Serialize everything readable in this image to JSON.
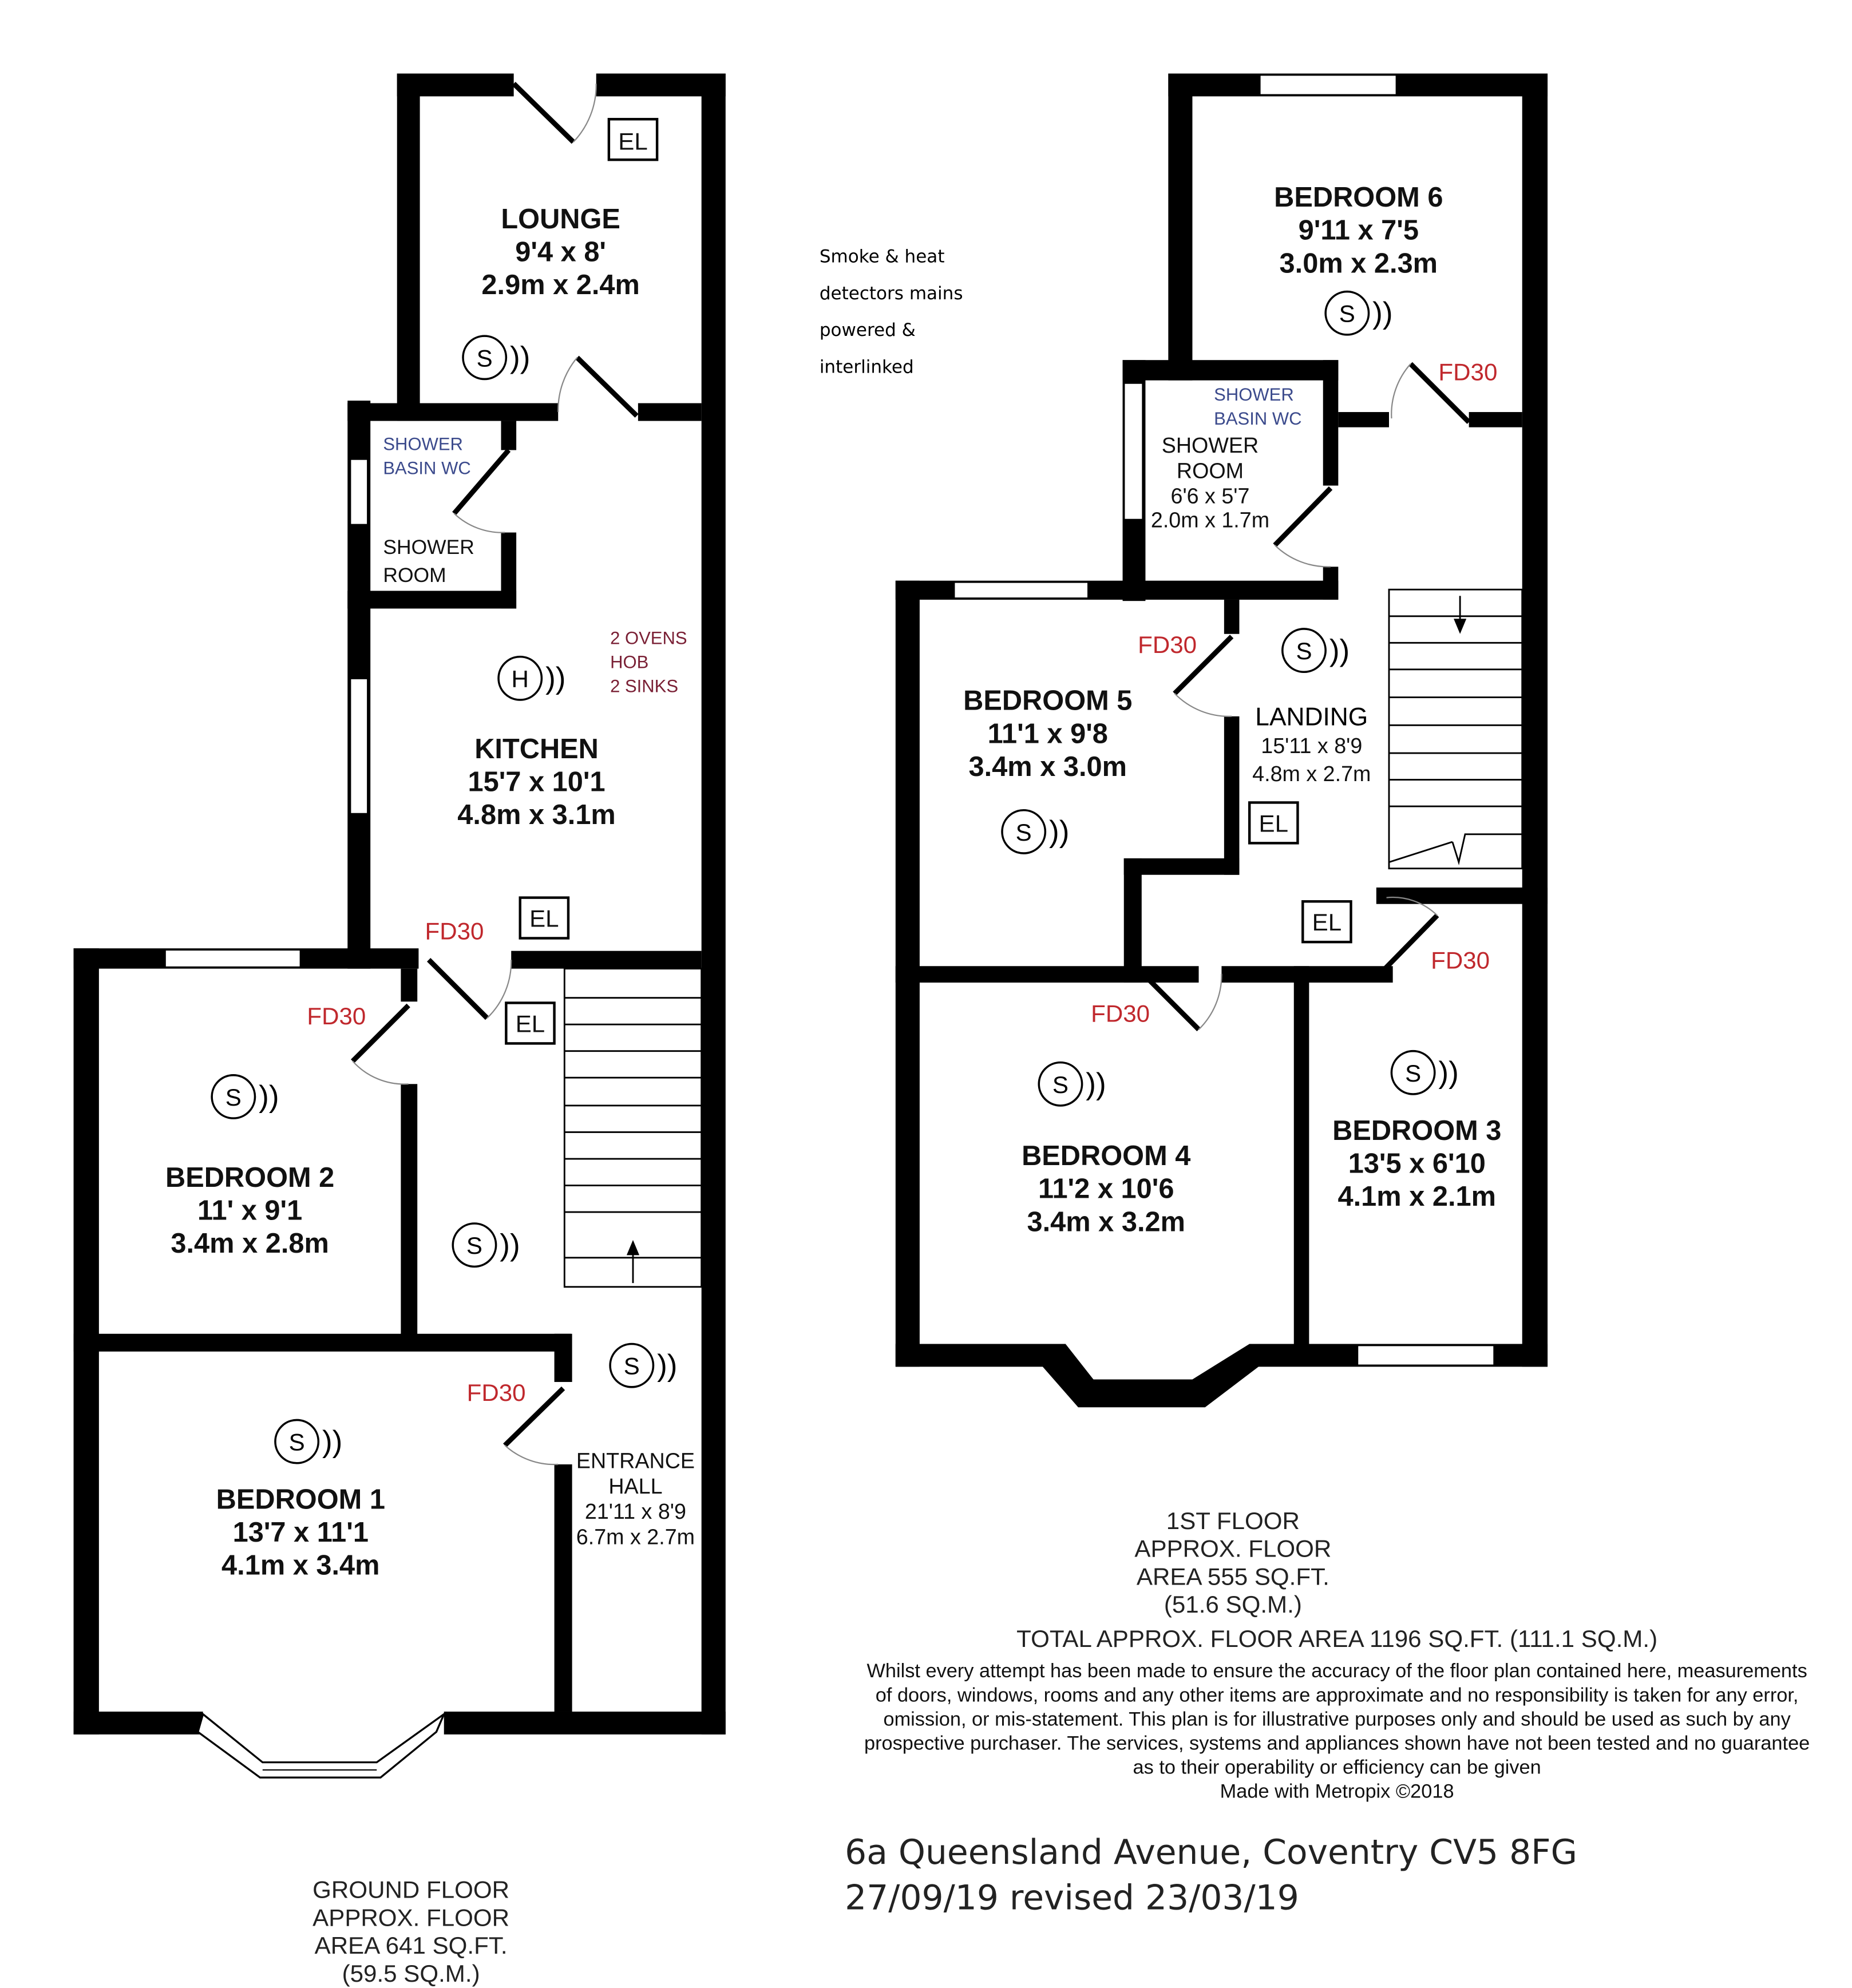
{
  "ground_floor": {
    "rooms": {
      "lounge": {
        "name": "LOUNGE",
        "imperial": "9'4 x 8'",
        "metric": "2.9m x 2.4m"
      },
      "shower_room": {
        "name1": "SHOWER",
        "name2": "ROOM",
        "fittings1": "SHOWER",
        "fittings2": "BASIN WC"
      },
      "kitchen": {
        "name": "KITCHEN",
        "imperial": "15'7 x 10'1",
        "metric": "4.8m x 3.1m",
        "notes": [
          "2 OVENS",
          "HOB",
          "2 SINKS"
        ]
      },
      "bedroom2": {
        "name": "BEDROOM 2",
        "imperial": "11' x 9'1",
        "metric": "3.4m x 2.8m"
      },
      "bedroom1": {
        "name": "BEDROOM 1",
        "imperial": "13'7 x 11'1",
        "metric": "4.1m x 3.4m"
      },
      "entrance_hall": {
        "name1": "ENTRANCE",
        "name2": "HALL",
        "imperial": "21'11 x 8'9",
        "metric": "6.7m x 2.7m"
      }
    },
    "area": [
      "GROUND FLOOR",
      "APPROX. FLOOR",
      "AREA 641 SQ.FT.",
      "(59.5 SQ.M.)"
    ]
  },
  "first_floor": {
    "rooms": {
      "bedroom6": {
        "name": "BEDROOM 6",
        "imperial": "9'11 x 7'5",
        "metric": "3.0m x 2.3m"
      },
      "shower_room": {
        "name1": "SHOWER",
        "name2": "ROOM",
        "imperial": "6'6 x 5'7",
        "metric": "2.0m x 1.7m",
        "fittings1": "SHOWER",
        "fittings2": "BASIN WC"
      },
      "bedroom5": {
        "name": "BEDROOM 5",
        "imperial": "11'1 x 9'8",
        "metric": "3.4m x 3.0m"
      },
      "landing": {
        "name": "LANDING",
        "imperial": "15'11 x 8'9",
        "metric": "4.8m x 2.7m"
      },
      "bedroom4": {
        "name": "BEDROOM 4",
        "imperial": "11'2 x 10'6",
        "metric": "3.4m x 3.2m"
      },
      "bedroom3": {
        "name": "BEDROOM 3",
        "imperial": "13'5 x 6'10",
        "metric": "4.1m x 2.1m"
      }
    },
    "area": [
      "1ST FLOOR",
      "APPROX. FLOOR",
      "AREA 555 SQ.FT.",
      "(51.6 SQ.M.)"
    ]
  },
  "labels": {
    "fire_door": "FD30",
    "emergency_light": "EL",
    "smoke_symbol": "S",
    "heat_symbol": "H",
    "waves": "))"
  },
  "detector_note": [
    "Smoke & heat",
    "detectors mains",
    "powered &",
    "interlinked"
  ],
  "total_area": "TOTAL APPROX. FLOOR AREA 1196 SQ.FT. (111.1 SQ.M.)",
  "disclaimer": [
    "Whilst every attempt has been made to ensure the accuracy of the floor plan contained here, measurements",
    "of doors, windows, rooms and any other items are approximate and no responsibility is taken for any error,",
    "omission, or mis-statement. This plan is for illustrative purposes only and should be used as such by any",
    "prospective purchaser. The services, systems and appliances shown have not been tested and no guarantee",
    "as to their operability or efficiency can be given",
    "Made with Metropix ©2018"
  ],
  "address": "6a Queensland Avenue, Coventry CV5 8FG",
  "date_line": "27/09/19  revised 23/03/19",
  "colors": {
    "wall": "#000000",
    "fire_door": "#c0282d",
    "fittings": "#3b4a8c",
    "kitchen_notes": "#7a2035"
  }
}
